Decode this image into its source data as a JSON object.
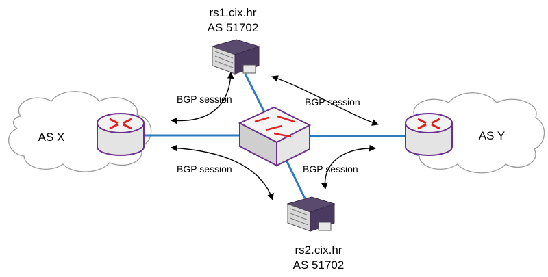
{
  "route_servers": [
    {
      "hostname": "rs1.cix.hr",
      "asn": "AS 51702"
    },
    {
      "hostname": "rs2.cix.hr",
      "asn": "AS 51702"
    }
  ],
  "clouds": [
    {
      "label": "AS X"
    },
    {
      "label": "AS Y"
    }
  ],
  "sessions": [
    {
      "label": "BGP session"
    },
    {
      "label": "BGP session"
    },
    {
      "label": "BGP session"
    },
    {
      "label": "BGP session"
    }
  ],
  "colors": {
    "link": "#2e7bbf",
    "device_outline": "#6b2f8c",
    "arrow_red": "#e02020",
    "cloud_outline": "#999999"
  },
  "icons": {
    "route_server": "server-icon",
    "router": "router-icon",
    "switch": "switch-icon",
    "cloud": "cloud-icon"
  }
}
